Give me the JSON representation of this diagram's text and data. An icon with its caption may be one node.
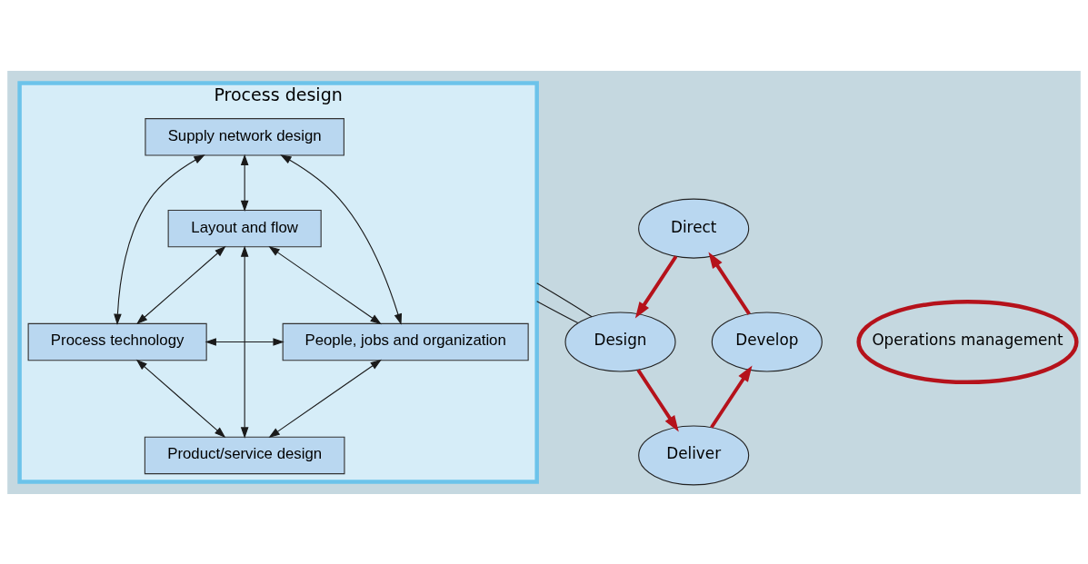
{
  "diagram": {
    "nodes": [
      {
        "text": [
          "Process design"
        ]
      },
      {
        "text": [
          "Supply network design"
        ],
        "in": 0
      },
      {
        "text": [
          "Layout and flow"
        ],
        "in": 0
      },
      {
        "text": [
          "Process technology"
        ],
        "in": 0
      },
      {
        "text": [
          "People, jobs and organization"
        ],
        "in": 0
      },
      {
        "text": [
          "Product/service design"
        ],
        "in": 0
      },
      {
        "text": [
          "Direct"
        ]
      },
      {
        "text": [
          "Design"
        ]
      },
      {
        "text": [
          "Operations management"
        ]
      },
      {
        "text": [
          "Develop"
        ]
      },
      {
        "text": [
          "Deliver"
        ]
      }
    ],
    "edges": [
      {
        "from": 1,
        "to": 2,
        "arrow": "both"
      },
      {
        "from": 1,
        "to": 3,
        "arrow": "both"
      },
      {
        "from": 1,
        "to": 4,
        "arrow": "both"
      },
      {
        "from": 2,
        "to": 3,
        "arrow": "both"
      },
      {
        "from": 2,
        "to": 4,
        "arrow": "both"
      },
      {
        "from": 2,
        "to": 5,
        "arrow": "both"
      },
      {
        "from": 3,
        "to": 4,
        "arrow": "both"
      },
      {
        "from": 3,
        "to": 5,
        "arrow": "both"
      },
      {
        "from": 4,
        "to": 5,
        "arrow": "both"
      },
      {
        "from": 6,
        "to": 7,
        "arrow": "to",
        "style": "thick",
        "color": "#b5121b"
      },
      {
        "from": 7,
        "to": 10,
        "arrow": "to",
        "style": "thick",
        "color": "#b5121b"
      },
      {
        "from": 10,
        "to": 9,
        "arrow": "to",
        "style": "thick",
        "color": "#b5121b"
      },
      {
        "from": 9,
        "to": 6,
        "arrow": "to",
        "style": "thick",
        "color": "#b5121b"
      },
      {
        "from": 0,
        "to": 7,
        "arrow": "none"
      },
      {
        "from": 0,
        "to": 7,
        "arrow": "none"
      }
    ]
  }
}
